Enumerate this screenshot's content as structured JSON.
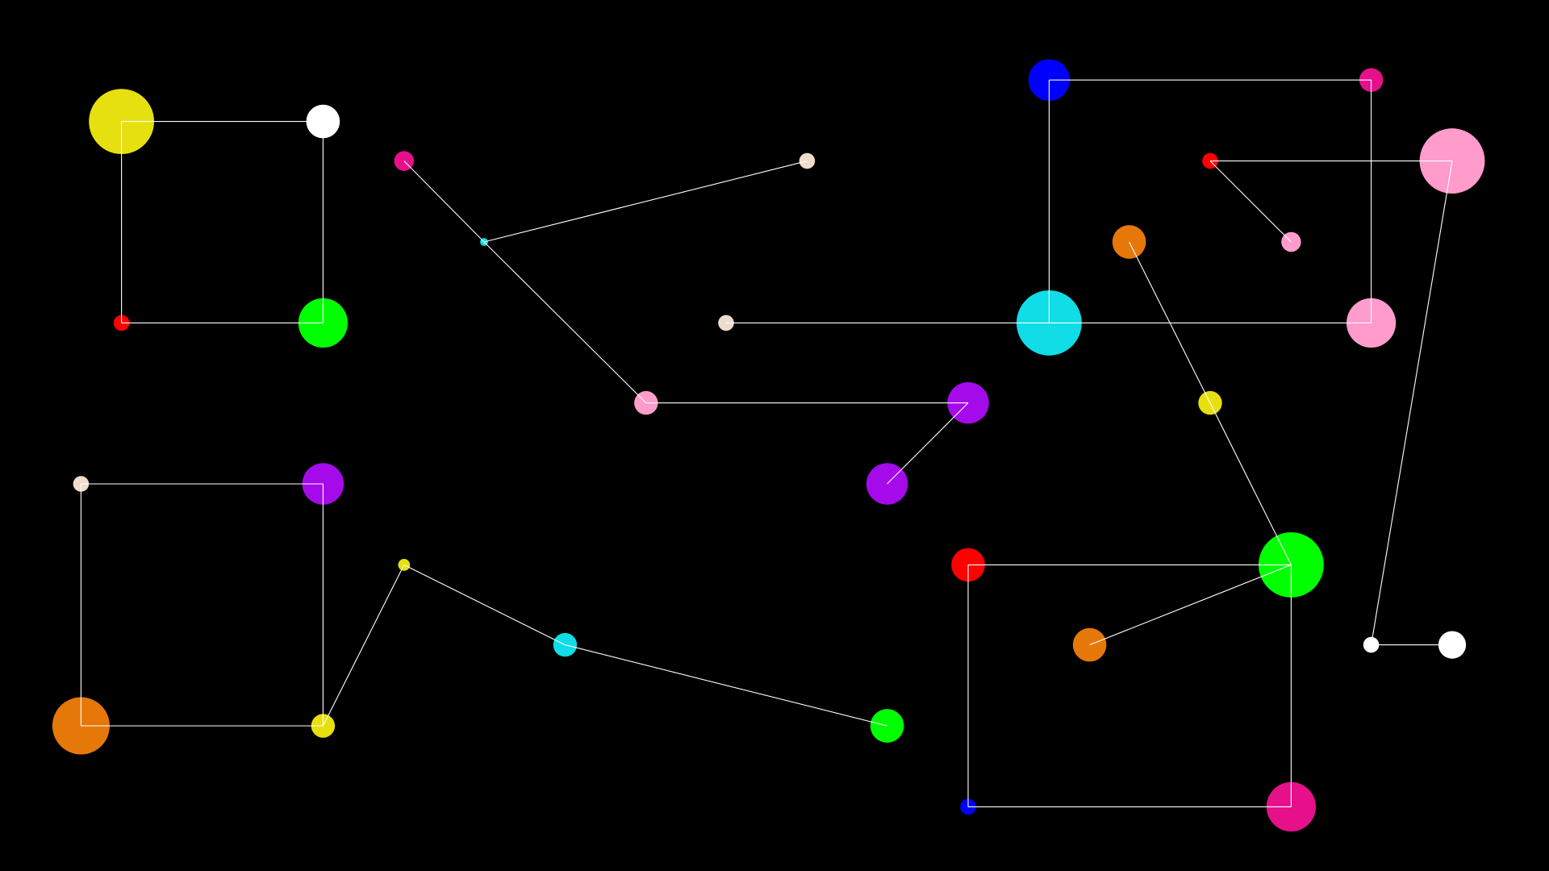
{
  "palette": {
    "background": "#000000",
    "edge": "#ffffff",
    "yellow": "#e6e010",
    "white": "#ffffff",
    "red": "#ff0000",
    "green": "#00ff00",
    "magenta": "#e6108a",
    "cyan": "#10dde6",
    "beige": "#eedccc",
    "pink": "#ff9ccc",
    "blue": "#0000ff",
    "orange": "#e6780a",
    "purple": "#a50aeb"
  },
  "nodes": [
    {
      "id": 1,
      "color": "yellow"
    },
    {
      "id": 2,
      "color": "white"
    },
    {
      "id": 3,
      "color": "red"
    },
    {
      "id": 4,
      "color": "green"
    },
    {
      "id": 5,
      "color": "magenta"
    },
    {
      "id": 6,
      "color": "cyan"
    },
    {
      "id": 7,
      "color": "beige"
    },
    {
      "id": 8,
      "color": "pink"
    },
    {
      "id": 9,
      "color": "beige"
    },
    {
      "id": 10,
      "color": "cyan"
    },
    {
      "id": 11,
      "color": "blue"
    },
    {
      "id": 12,
      "color": "magenta"
    },
    {
      "id": 13,
      "color": "pink"
    },
    {
      "id": 14,
      "color": "red"
    },
    {
      "id": 15,
      "color": "pink"
    },
    {
      "id": 16,
      "color": "pink"
    },
    {
      "id": 17,
      "color": "orange"
    },
    {
      "id": 18,
      "color": "yellow"
    },
    {
      "id": 19,
      "color": "green"
    },
    {
      "id": 20,
      "color": "purple"
    },
    {
      "id": 21,
      "color": "purple"
    },
    {
      "id": 22,
      "color": "beige"
    },
    {
      "id": 23,
      "color": "purple"
    },
    {
      "id": 24,
      "color": "orange"
    },
    {
      "id": 25,
      "color": "yellow"
    },
    {
      "id": 26,
      "color": "yellow"
    },
    {
      "id": 27,
      "color": "cyan"
    },
    {
      "id": 28,
      "color": "green"
    },
    {
      "id": 29,
      "color": "red"
    },
    {
      "id": 30,
      "color": "orange"
    },
    {
      "id": 31,
      "color": "blue"
    },
    {
      "id": 32,
      "color": "magenta"
    },
    {
      "id": 33,
      "color": "white"
    },
    {
      "id": 34,
      "color": "white"
    }
  ],
  "edges": [
    [
      1,
      2
    ],
    [
      2,
      4
    ],
    [
      4,
      3
    ],
    [
      3,
      1
    ],
    [
      5,
      6
    ],
    [
      6,
      7
    ],
    [
      6,
      8
    ],
    [
      9,
      10
    ],
    [
      10,
      11
    ],
    [
      11,
      12
    ],
    [
      12,
      13
    ],
    [
      13,
      10
    ],
    [
      14,
      15
    ],
    [
      14,
      16
    ],
    [
      15,
      33
    ],
    [
      33,
      34
    ],
    [
      17,
      18
    ],
    [
      18,
      19
    ],
    [
      8,
      20
    ],
    [
      20,
      21
    ],
    [
      22,
      23
    ],
    [
      23,
      25
    ],
    [
      25,
      24
    ],
    [
      24,
      22
    ],
    [
      25,
      26
    ],
    [
      26,
      27
    ],
    [
      27,
      28
    ],
    [
      29,
      19
    ],
    [
      19,
      30
    ],
    [
      19,
      32
    ],
    [
      32,
      31
    ],
    [
      31,
      29
    ]
  ]
}
